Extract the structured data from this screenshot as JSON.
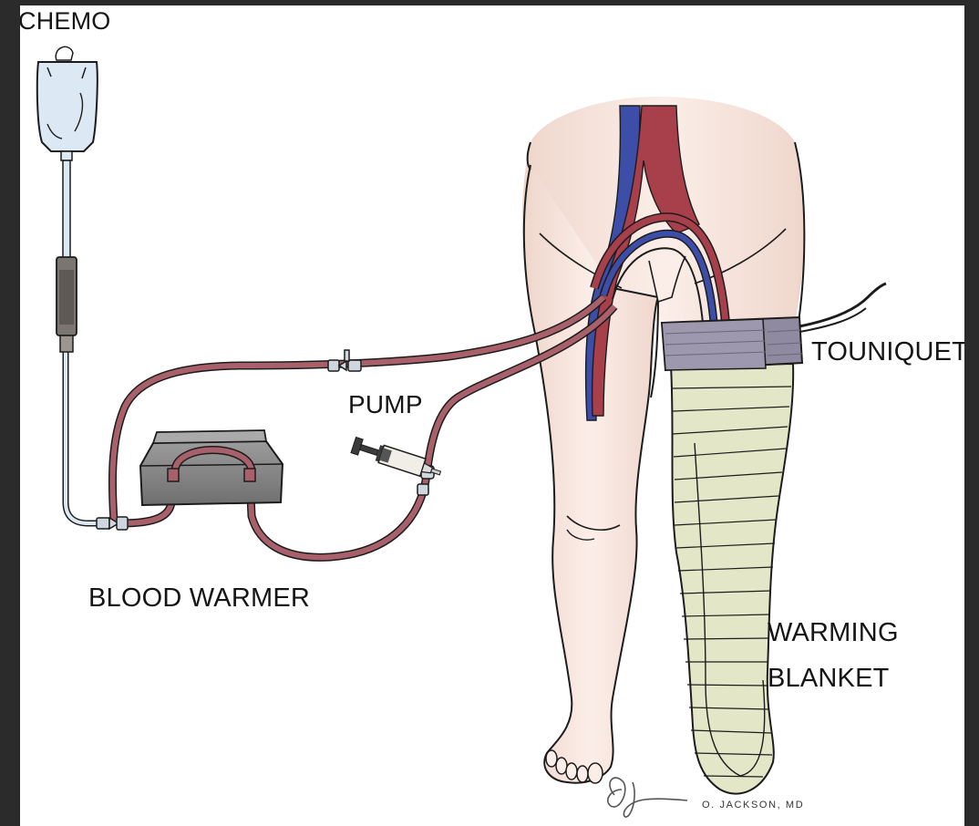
{
  "labels": {
    "chemo": "CHEMO",
    "pump": "PUMP",
    "blood_warmer": "BLOOD WARMER",
    "tourniquet": "TOUNIQUET",
    "warming_blanket_line1": "WARMING",
    "warming_blanket_line2": "BLANKET"
  },
  "signature": {
    "author": "O. JACKSON, MD"
  },
  "colors": {
    "background_outer": "#2b2b2b",
    "page": "#ffffff",
    "tubing": "#a8606a",
    "artery": "#a8404c",
    "vein": "#3c4ea8",
    "skin": "#f7e6dd",
    "tourniquet": "#8f8a9f",
    "blanket": "#e4e6c8",
    "iv_bag": "#dce9f5"
  }
}
